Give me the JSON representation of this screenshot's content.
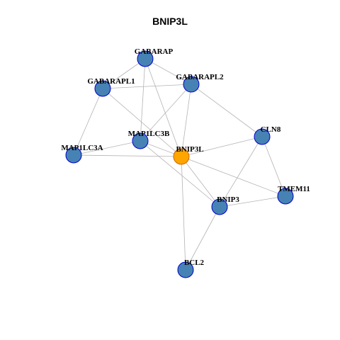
{
  "title": "BNIP3L",
  "colors": {
    "node_fill": "#4682b4",
    "node_stroke": "#0000cd",
    "focus_fill": "#ffa500",
    "focus_stroke": "#cd6600",
    "edge": "#b3b3b3"
  },
  "nodes": [
    {
      "id": "GABARAP",
      "label": "GABARAP",
      "focus": false
    },
    {
      "id": "GABARAPL1",
      "label": "GABARAPL1",
      "focus": false
    },
    {
      "id": "GABARAPL2",
      "label": "GABARAPL2",
      "focus": false
    },
    {
      "id": "MAP1LC3B",
      "label": "MAP1LC3B",
      "focus": false
    },
    {
      "id": "MAP1LC3A",
      "label": "MAP1LC3A",
      "focus": false
    },
    {
      "id": "BNIP3L",
      "label": "BNIP3L",
      "focus": true
    },
    {
      "id": "CLN8",
      "label": "CLN8",
      "focus": false
    },
    {
      "id": "TMEM11",
      "label": "TMEM11",
      "focus": false
    },
    {
      "id": "BNIP3",
      "label": "BNIP3",
      "focus": false
    },
    {
      "id": "BCL2",
      "label": "BCL2",
      "focus": false
    }
  ],
  "edges": [
    [
      "GABARAP",
      "GABARAPL1"
    ],
    [
      "GABARAP",
      "GABARAPL2"
    ],
    [
      "GABARAP",
      "MAP1LC3B"
    ],
    [
      "GABARAP",
      "BNIP3L"
    ],
    [
      "GABARAPL1",
      "GABARAPL2"
    ],
    [
      "GABARAPL1",
      "MAP1LC3A"
    ],
    [
      "GABARAPL1",
      "BNIP3L"
    ],
    [
      "GABARAPL2",
      "MAP1LC3B"
    ],
    [
      "GABARAPL2",
      "BNIP3L"
    ],
    [
      "GABARAPL2",
      "CLN8"
    ],
    [
      "MAP1LC3B",
      "MAP1LC3A"
    ],
    [
      "MAP1LC3B",
      "BNIP3L"
    ],
    [
      "MAP1LC3B",
      "BNIP3"
    ],
    [
      "MAP1LC3A",
      "BNIP3L"
    ],
    [
      "BNIP3L",
      "CLN8"
    ],
    [
      "BNIP3L",
      "TMEM11"
    ],
    [
      "BNIP3L",
      "BNIP3"
    ],
    [
      "BNIP3L",
      "BCL2"
    ],
    [
      "CLN8",
      "TMEM11"
    ],
    [
      "CLN8",
      "BNIP3"
    ],
    [
      "BNIP3",
      "TMEM11"
    ],
    [
      "BNIP3",
      "BCL2"
    ]
  ]
}
